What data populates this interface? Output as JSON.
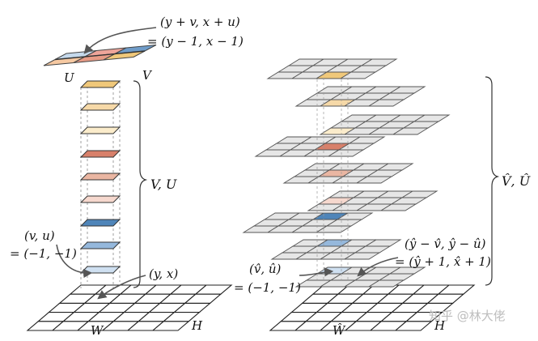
{
  "left": {
    "top_label_line1": "(y + v, x + u)",
    "top_label_line2": "= (y − 1, x − 1)",
    "u_label": "U",
    "v_label": "V",
    "brace_label": "V, U",
    "vu_label_line1": "(v, u)",
    "vu_label_line2": "= (−1, −1)",
    "yx_label": "(y, x)",
    "w_label": "W",
    "h_label": "H",
    "top_kernel_colors": [
      [
        "#c5d9ec",
        "#eea59a",
        "#6f9cc9"
      ],
      [
        "#f6c9a2",
        "#e79b86",
        "#f0c87a"
      ]
    ],
    "stack_colors": [
      "#f0c87a",
      "#f6d9a8",
      "#fbeccb",
      "#d8806a",
      "#eab6a2",
      "#f6d8ce",
      "#4f85b9",
      "#95b8dc",
      "#cfe0f1"
    ]
  },
  "right": {
    "brace_label": "V̂, Û",
    "yhat_label_line1": "(ŷ − v̂, ŷ − û)",
    "yhat_label_line2": "= (ŷ + 1, x̂ + 1)",
    "vhat_label_line1": "(v̂, û)",
    "vhat_label_line2": "= (−1, −1)",
    "w_label": "Ŵ",
    "h_label": "H",
    "layer_highlight_colors": [
      "#f0c87a",
      "#f6d9a8",
      "#fbeccb",
      "#d8806a",
      "#eab6a2",
      "#f6d8ce",
      "#4f85b9",
      "#95b8dc",
      "#cfe0f1"
    ],
    "layer_base_color": "#e6e6e6"
  },
  "watermark": "知乎 @林大佬"
}
